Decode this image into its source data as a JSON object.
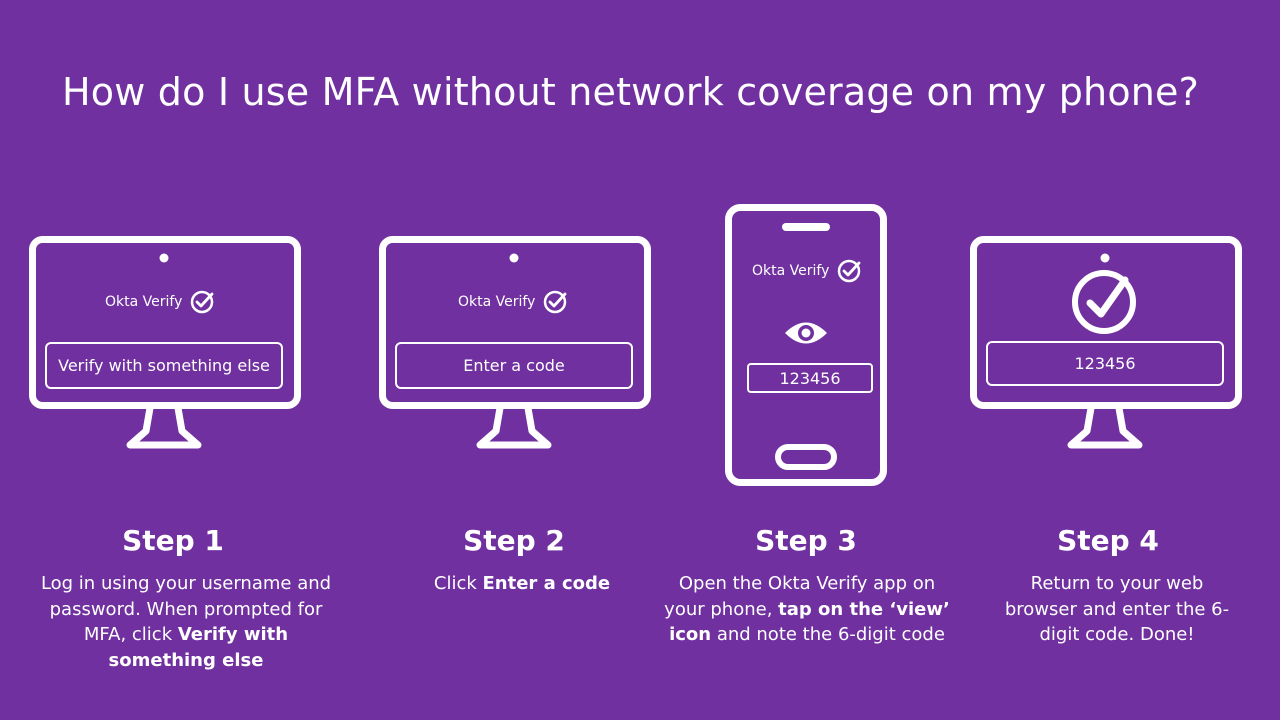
{
  "slide": {
    "title": "How do I use MFA without network coverage on my phone?"
  },
  "okta_label": "Okta Verify",
  "steps": [
    {
      "heading": "Step 1",
      "field_label": "Verify with something else",
      "desc_1": "Log in using your username and password.  When prompted for MFA, click ",
      "desc_bold": "Verify with something else"
    },
    {
      "heading": "Step 2",
      "field_label": "Enter a code",
      "desc_1": "Click ",
      "desc_bold": "Enter a code"
    },
    {
      "heading": "Step 3",
      "field_label": "123456",
      "desc_1": "Open the Okta Verify app on your phone, ",
      "desc_bold": "tap on the ‘view’ icon",
      "desc_2": " and note the 6-digit code"
    },
    {
      "heading": "Step 4",
      "field_label": "123456",
      "desc_1": "Return to your web browser and enter the 6-digit code. Done!"
    }
  ],
  "icons": [
    "monitor-icon",
    "phone-icon",
    "check-circle-icon",
    "eye-icon"
  ]
}
